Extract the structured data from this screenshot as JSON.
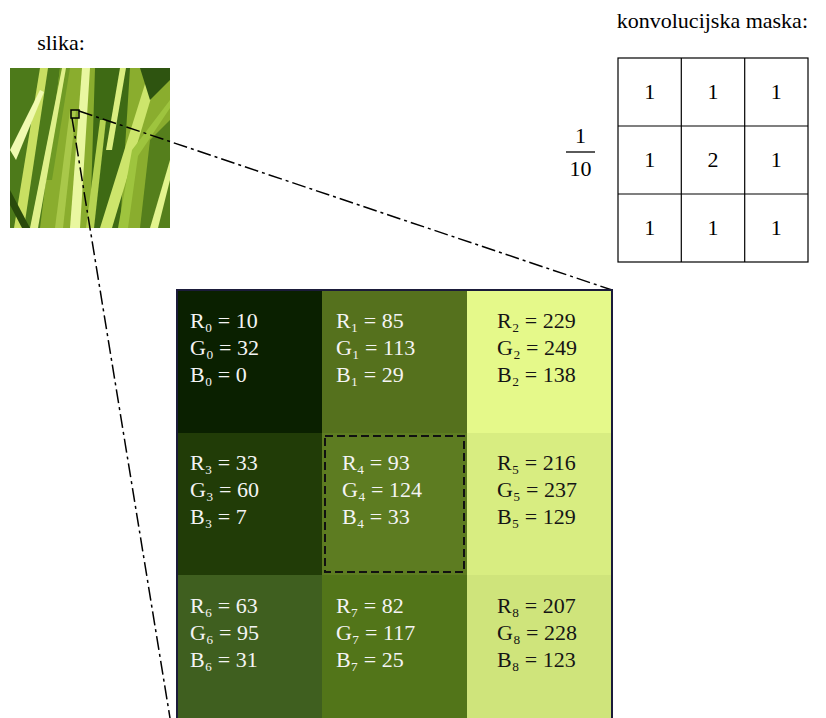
{
  "diagram": {
    "nodes": [
      {
        "text": [
          "R₀ = 10",
          "G₀ = 32",
          "B₀ = 0"
        ]
      },
      {
        "text": [
          "R₁ = 85",
          "G₁ = 113",
          "B₁ = 29"
        ]
      },
      {
        "text": [
          "R₂ = 229",
          "G₂ = 249",
          "B₂ = 138"
        ]
      },
      {
        "text": [
          "R₃ = 33",
          "G₃ = 60",
          "B₃ = 7"
        ]
      },
      {
        "text": [
          "R₄ = 93",
          "G₄ = 124",
          "B₄ = 33"
        ]
      },
      {
        "text": [
          "R₅ = 216",
          "G₅ = 237",
          "B₅ = 129"
        ]
      },
      {
        "text": [
          "R₆ = 63",
          "G₆ = 95",
          "B₆ = 31"
        ]
      },
      {
        "text": [
          "R₇ = 82",
          "G₇ = 117",
          "B₇ = 25"
        ]
      },
      {
        "text": [
          "R₈ = 207",
          "G₈ = 228",
          "B₈ = 123"
        ]
      }
    ],
    "labels": [
      "slika:",
      "konvolucijska maska:",
      "1",
      "1",
      "1",
      "1",
      "2",
      "1",
      "1",
      "1",
      "1",
      "1",
      "10"
    ]
  }
}
